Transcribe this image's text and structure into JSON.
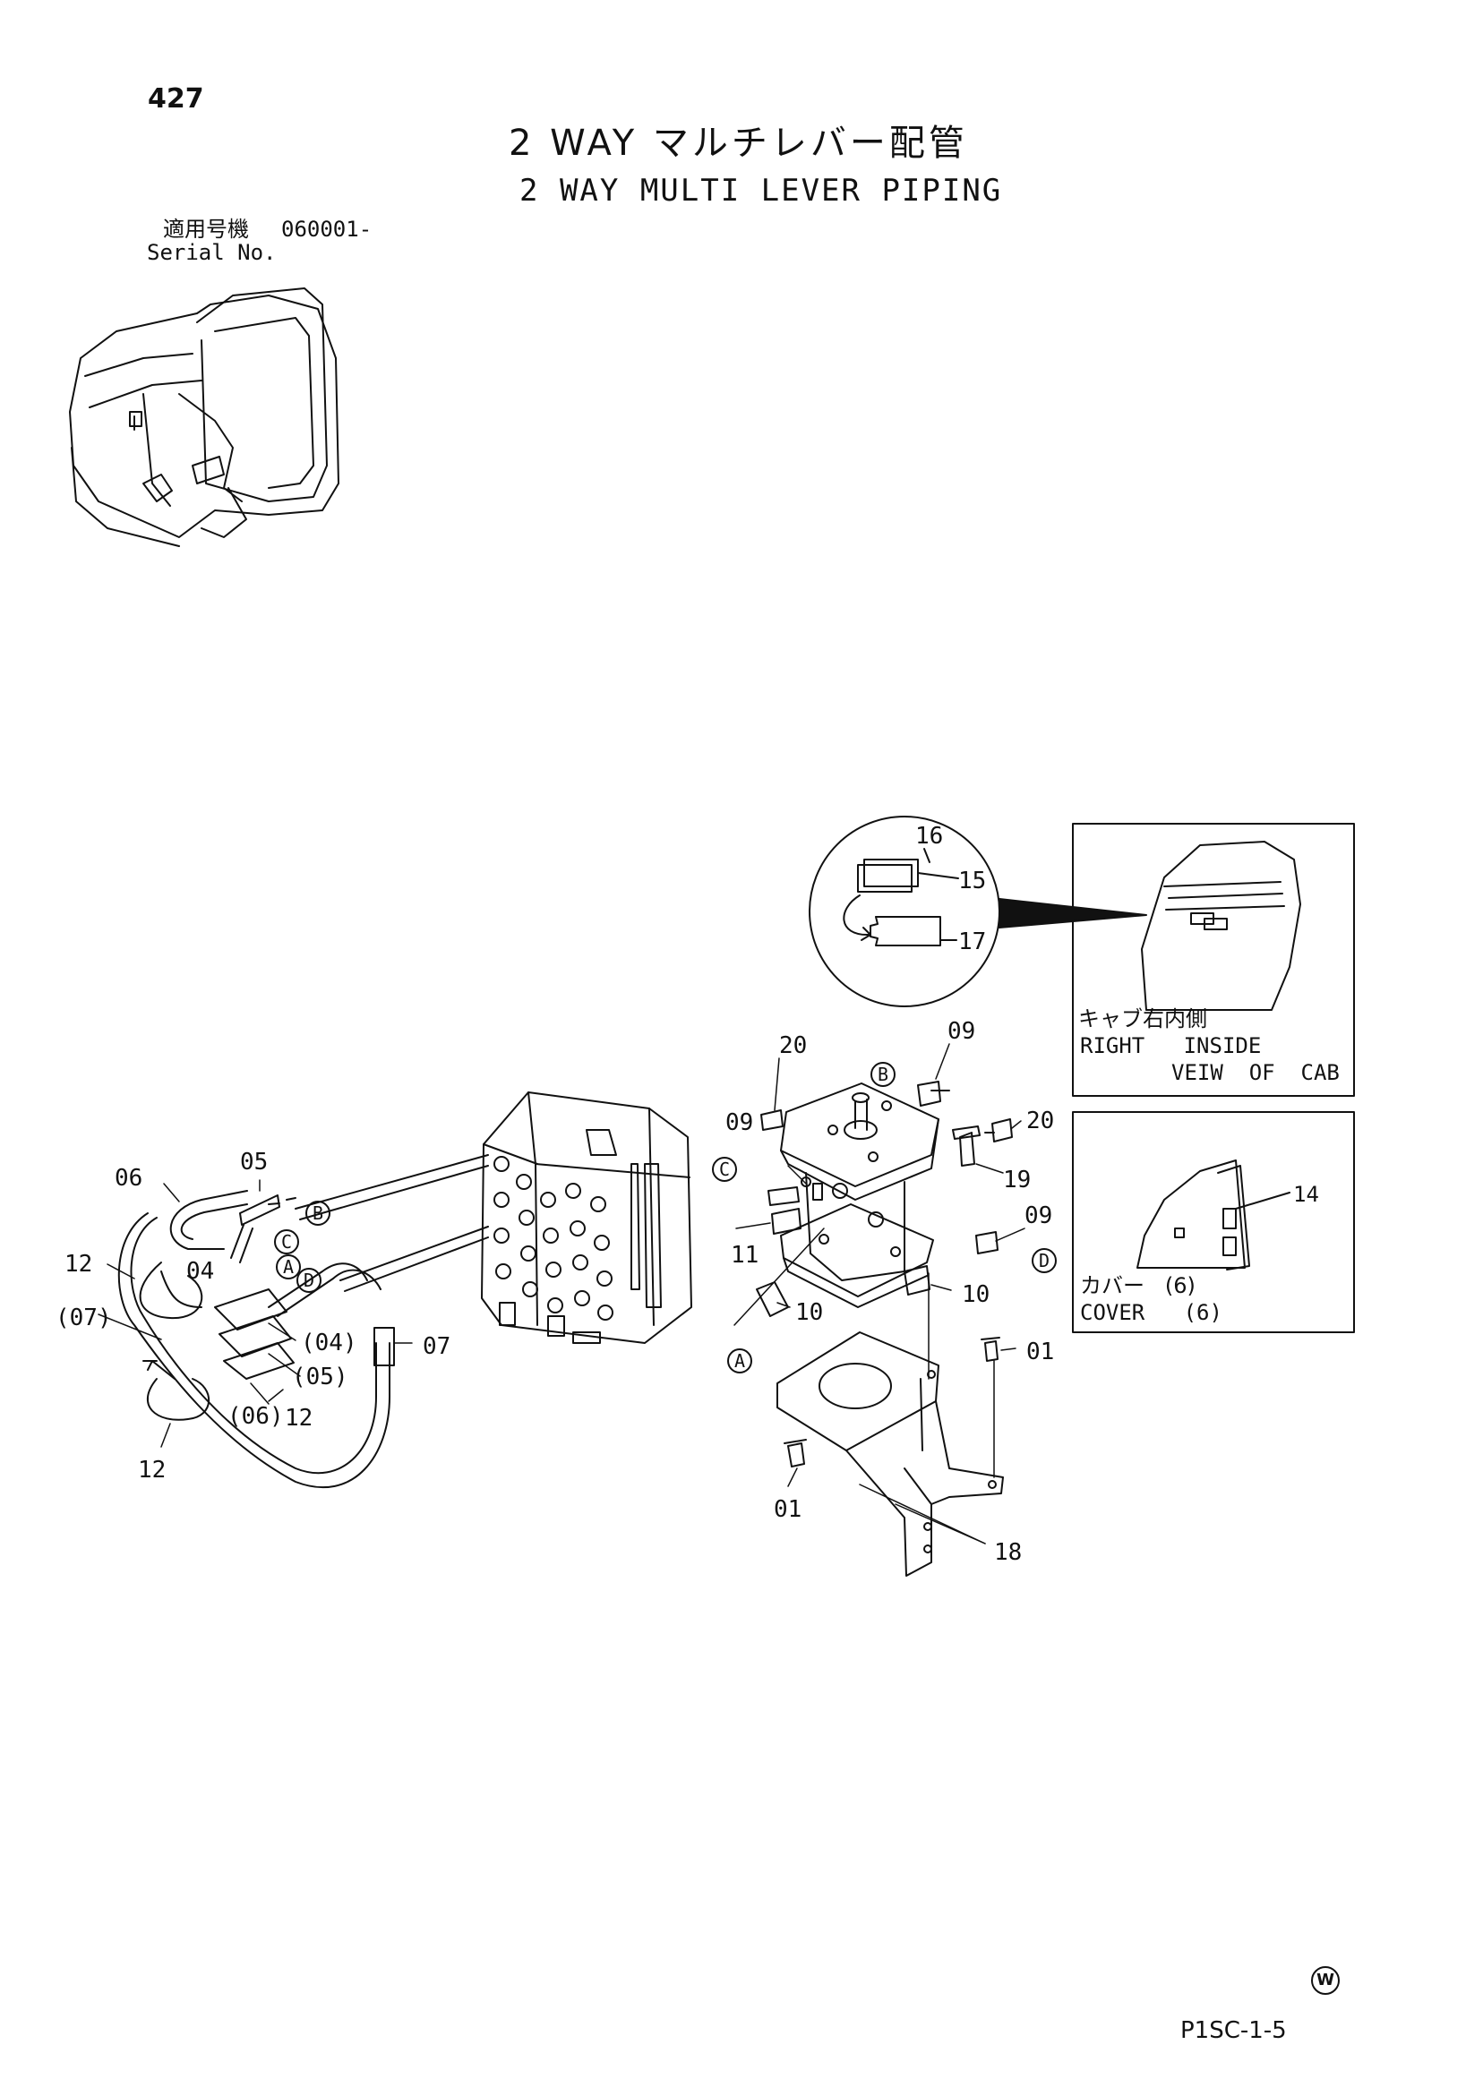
{
  "page_number": "427",
  "title_jp": "2 WAY マルチレバー配管",
  "title_en": "2 WAY MULTI LEVER PIPING",
  "serial_label_jp": "適用号機",
  "serial_value": "060001-",
  "serial_label_en": "Serial No.",
  "inset_right": {
    "label_jp": "キャブ右内側",
    "line1": "RIGHT   INSIDE",
    "line2": "VEIW  OF  CAB"
  },
  "inset_cover": {
    "label_jp": "カバー   (6)",
    "label_en": "COVER   (6)",
    "part": "14"
  },
  "detail_circle_parts": [
    "16",
    "15",
    "17"
  ],
  "part_labels": {
    "p05": "05",
    "p06": "06",
    "p12a": "12",
    "p04": "04",
    "p07a": "(07)",
    "p04b": "(04)",
    "p05b": "(05)",
    "p06b": "(06)",
    "p12b": "12",
    "p12c": "12",
    "p07": "07",
    "p20a": "20",
    "p09a": "09",
    "p09b": "09",
    "p20b": "20",
    "p19": "19",
    "p11": "11",
    "p09c": "09",
    "p10a": "10",
    "p10b": "10",
    "p01a": "01",
    "p01b": "01",
    "p18": "18"
  },
  "connection_marks": [
    "A",
    "B",
    "C",
    "D"
  ],
  "watermark_letter": "W",
  "footer_code": "P1SC-1-5"
}
